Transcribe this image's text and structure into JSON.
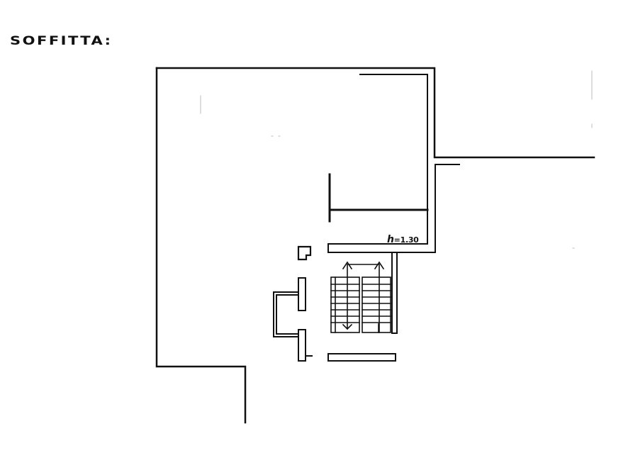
{
  "drawing": {
    "title": "SOFFITTA:",
    "height_annotation": {
      "symbol": "h",
      "value": "=1.30"
    },
    "colors": {
      "line": "#111111",
      "background": "#ffffff"
    },
    "elements": [
      "outer-wall",
      "interior-partition-wall",
      "stair-flight-left",
      "stair-flight-right",
      "stair-direction-arrows",
      "chimney-flue",
      "door-opening",
      "balcony-rail"
    ],
    "stairs": {
      "flights": 2,
      "treads_per_flight": 9
    }
  }
}
